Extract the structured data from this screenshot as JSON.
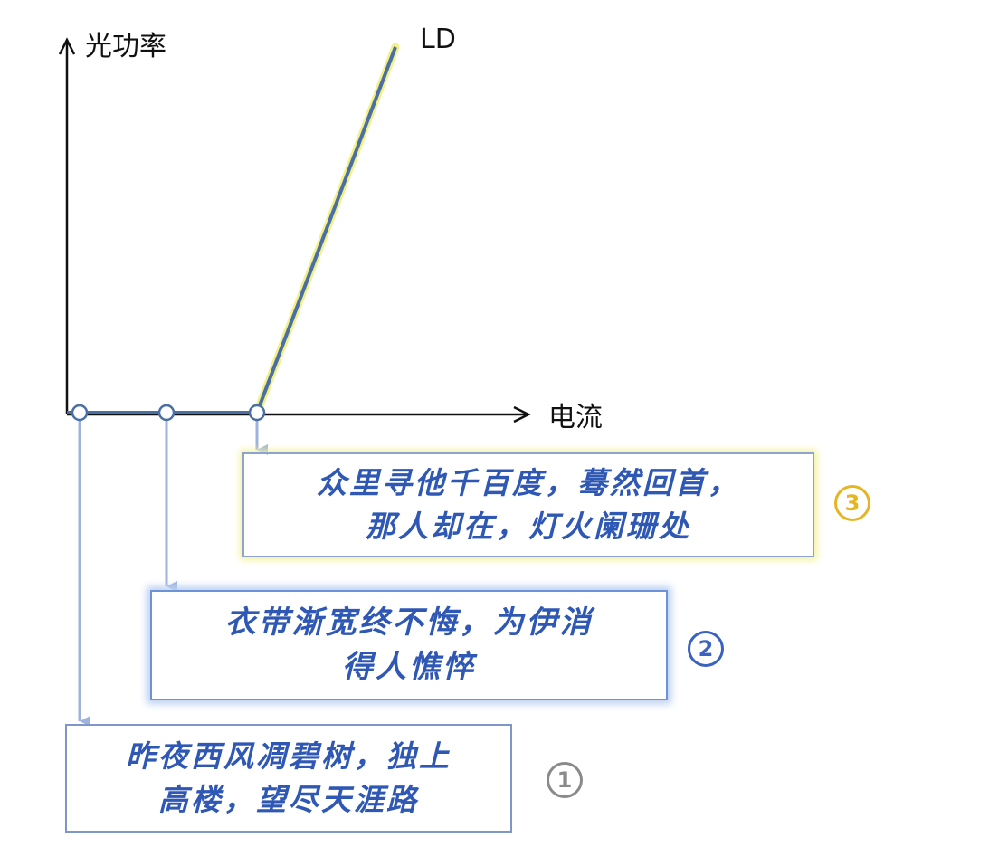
{
  "axes": {
    "y_label": "光功率",
    "x_label": "电流",
    "curve_label": "LD"
  },
  "boxes": [
    {
      "id": 3,
      "lines": [
        "众里寻他千百度，蓦然回首，",
        "那人却在，灯火阑珊处"
      ],
      "marker": "3"
    },
    {
      "id": 2,
      "lines": [
        "衣带渐宽终不悔，为伊消",
        "得人憔悴"
      ],
      "marker": "2"
    },
    {
      "id": 1,
      "lines": [
        "昨夜西风凋碧树，独上",
        "高楼，望尽天涯路"
      ],
      "marker": "1"
    }
  ],
  "colors": {
    "axis": "#111111",
    "curve": "#4a6fa5",
    "curve_glow": "#f3f08a",
    "arrow": "#9fb2dc",
    "marker_3": "#e6b622",
    "marker_2": "#3a62c0",
    "marker_1": "#8a8a8a",
    "box_text": "#2f58b5"
  }
}
